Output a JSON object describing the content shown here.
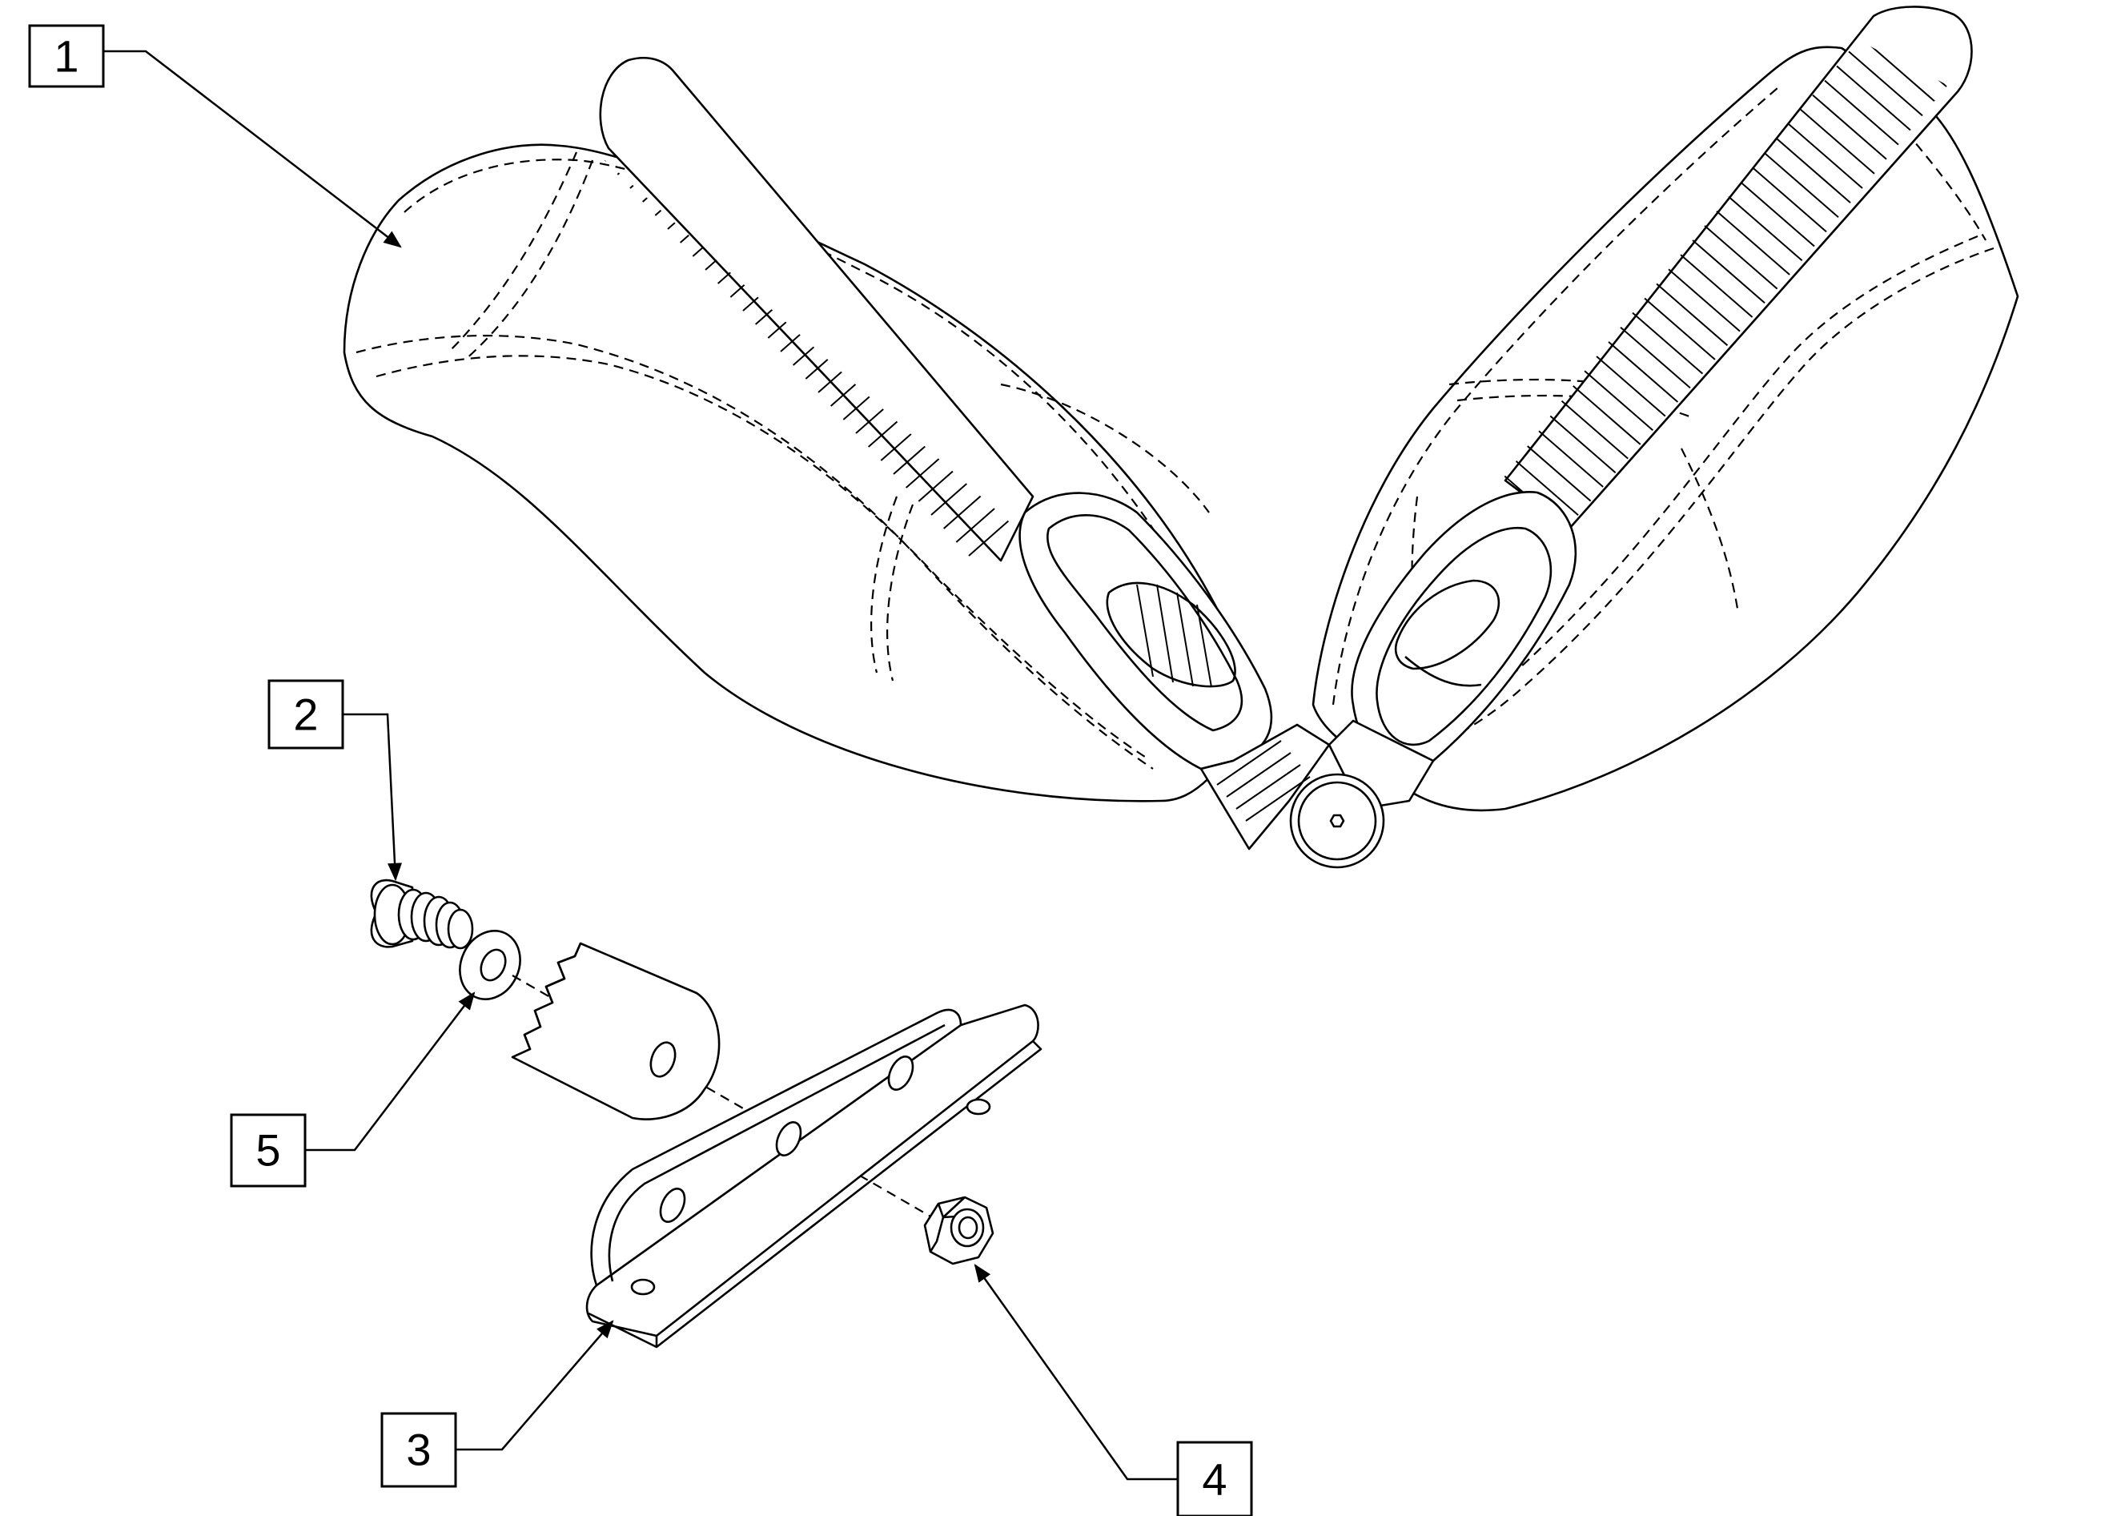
{
  "diagram": {
    "callouts": [
      {
        "id": "callout-1",
        "label": "1",
        "part": "calf-pad-pair-with-straps"
      },
      {
        "id": "callout-2",
        "label": "2",
        "part": "screw"
      },
      {
        "id": "callout-3",
        "label": "3",
        "part": "mounting-bracket"
      },
      {
        "id": "callout-4",
        "label": "4",
        "part": "lock-nut"
      },
      {
        "id": "callout-5",
        "label": "5",
        "part": "washer"
      }
    ]
  }
}
